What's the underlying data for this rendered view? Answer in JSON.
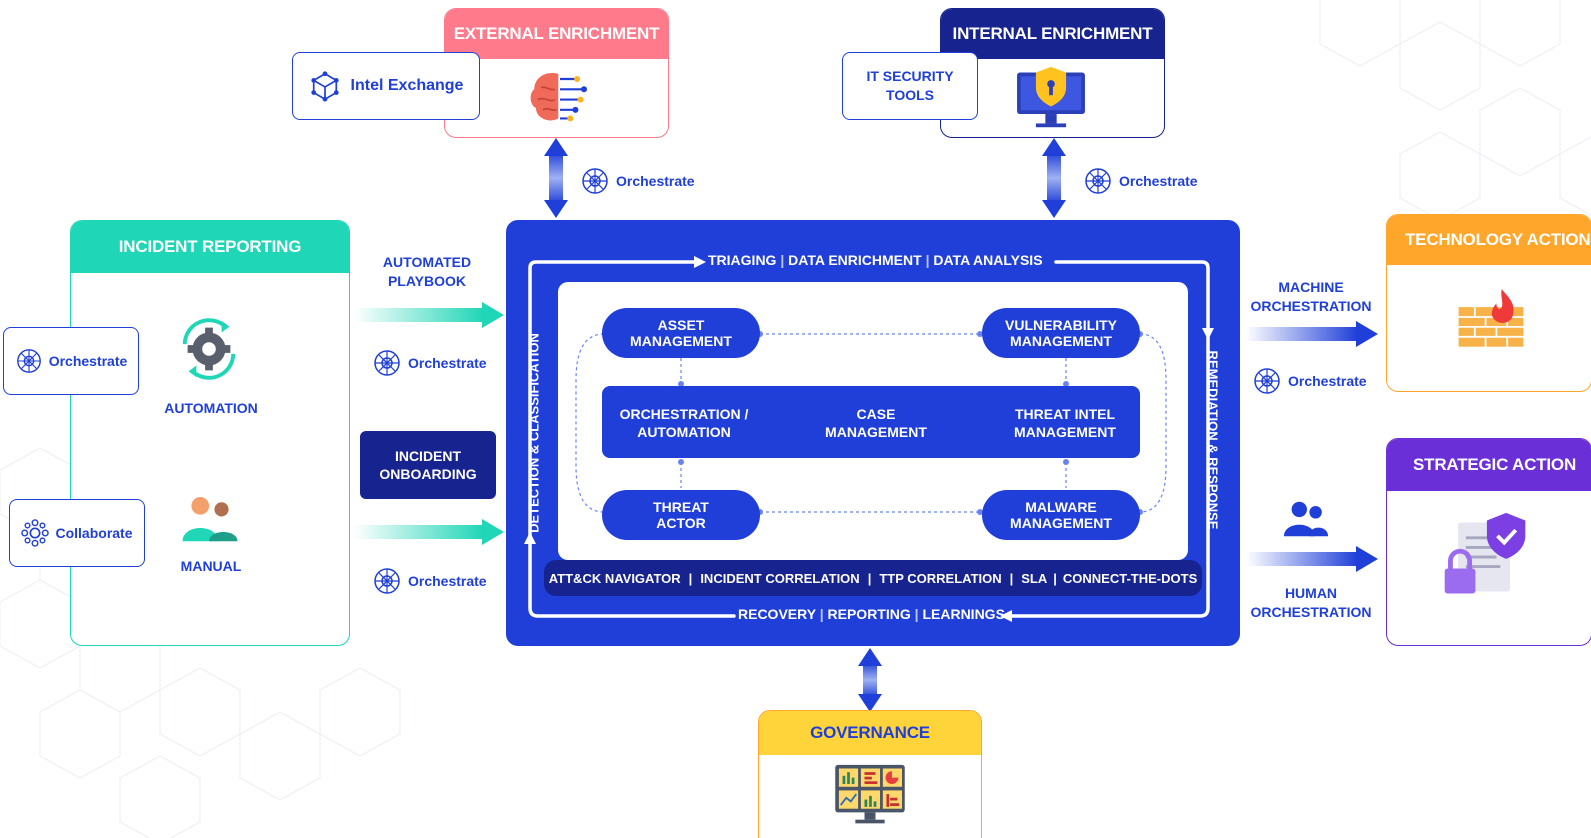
{
  "external_enrichment": {
    "title": "EXTERNAL ENRICHMENT",
    "partner": "Intel Exchange",
    "orchestrate": "Orchestrate"
  },
  "internal_enrichment": {
    "title": "INTERNAL ENRICHMENT",
    "partner": "IT SECURITY TOOLS",
    "orchestrate": "Orchestrate"
  },
  "incident_reporting": {
    "title": "INCIDENT REPORTING",
    "automation": {
      "label": "AUTOMATION",
      "side": "Orchestrate"
    },
    "manual": {
      "label": "MANUAL",
      "side": "Collaborate"
    }
  },
  "flows_left": {
    "automated_playbook": "AUTOMATED PLAYBOOK",
    "orchestrate_top": "Orchestrate",
    "incident_onboarding": "INCIDENT ONBOARDING",
    "orchestrate_bottom": "Orchestrate"
  },
  "core": {
    "top_loop": [
      "TRIAGING",
      "DATA ENRICHMENT",
      "DATA ANALYSIS"
    ],
    "left_loop": "DETECTION & CLASSIFICATION",
    "right_loop": "REMEDIATION & RESPONSE",
    "bottom_loop": [
      "RECOVERY",
      "REPORTING",
      "LEARNINGS"
    ],
    "modules": {
      "asset": "ASSET MANAGEMENT",
      "vulnerability": "VULNERABILITY MANAGEMENT",
      "orchestration": "ORCHESTRATION / AUTOMATION",
      "case": "CASE MANAGEMENT",
      "threat_intel": "THREAT INTEL MANAGEMENT",
      "threat_actor": "THREAT ACTOR",
      "malware": "MALWARE MANAGEMENT"
    },
    "bottom_bar": [
      "ATT&CK NAVIGATOR",
      "INCIDENT CORRELATION",
      "TTP CORRELATION",
      "SLA",
      "CONNECT-THE-DOTS"
    ]
  },
  "right_side": {
    "machine_orchestration": "MACHINE ORCHESTRATION",
    "orchestrate": "Orchestrate",
    "human_orchestration": "HUMAN ORCHESTRATION",
    "technology_action": "TECHNOLOGY ACTION",
    "strategic_action": "STRATEGIC ACTION"
  },
  "governance": {
    "title": "GOVERNANCE"
  },
  "colors": {
    "primary_blue": "#1f3fd8",
    "navy": "#17248f",
    "teal": "#1fd6b6",
    "pink": "#ff7a8a",
    "orange": "#ffa62b",
    "purple": "#6a2fd6",
    "yellow": "#ffd43b"
  }
}
